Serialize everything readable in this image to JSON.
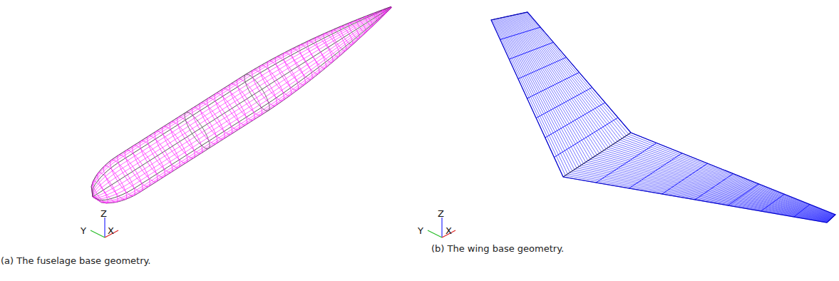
{
  "diagram": {
    "labels": [
      "Z",
      "Y",
      "X",
      "(a) The fuselage base geometry.",
      "Z",
      "Y",
      "X",
      "(b) The wing base geometry."
    ]
  }
}
